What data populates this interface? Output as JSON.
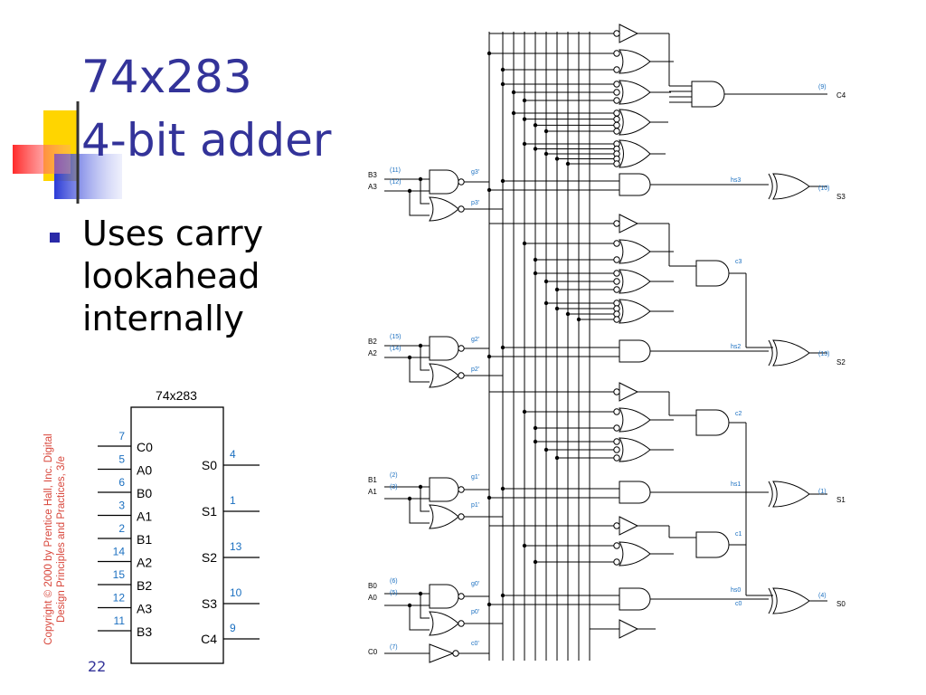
{
  "slide": {
    "title_line1": "74x283",
    "title_line2": "4-bit adder",
    "bullet": "Uses carry lookahead internally",
    "slide_number": "22",
    "copyright": "Copyright © 2000 by Prentice Hall, Inc. Digital Design Principles and Practices, 3/e"
  },
  "chip": {
    "name": "74x283",
    "inputs": [
      {
        "pin": "7",
        "label": "C0"
      },
      {
        "pin": "5",
        "label": "A0"
      },
      {
        "pin": "6",
        "label": "B0"
      },
      {
        "pin": "3",
        "label": "A1"
      },
      {
        "pin": "2",
        "label": "B1"
      },
      {
        "pin": "14",
        "label": "A2"
      },
      {
        "pin": "15",
        "label": "B2"
      },
      {
        "pin": "12",
        "label": "A3"
      },
      {
        "pin": "11",
        "label": "B3"
      }
    ],
    "outputs": [
      {
        "pin": "4",
        "label": "S0"
      },
      {
        "pin": "1",
        "label": "S1"
      },
      {
        "pin": "13",
        "label": "S2"
      },
      {
        "pin": "10",
        "label": "S3"
      },
      {
        "pin": "9",
        "label": "C4"
      }
    ]
  },
  "schematic": {
    "inputs": [
      {
        "label": "B3",
        "pin": "(11)"
      },
      {
        "label": "A3",
        "pin": "(12)"
      },
      {
        "label": "B2",
        "pin": "(15)"
      },
      {
        "label": "A2",
        "pin": "(14)"
      },
      {
        "label": "B1",
        "pin": "(2)"
      },
      {
        "label": "A1",
        "pin": "(3)"
      },
      {
        "label": "B0",
        "pin": "(6)"
      },
      {
        "label": "A0",
        "pin": "(5)"
      },
      {
        "label": "C0",
        "pin": "(7)"
      }
    ],
    "outputs": [
      {
        "label": "C4",
        "pin": "(9)"
      },
      {
        "label": "S3",
        "pin": "(10)"
      },
      {
        "label": "S2",
        "pin": "(13)"
      },
      {
        "label": "S1",
        "pin": "(1)"
      },
      {
        "label": "S0",
        "pin": "(4)"
      }
    ],
    "signals": {
      "g3": "g3’",
      "p3": "p3’",
      "g2": "g2’",
      "p2": "p2’",
      "g1": "g1’",
      "p1": "p1’",
      "g0": "g0’",
      "p0": "p0’",
      "c0": "c0’",
      "hs3": "hs3",
      "hs2": "hs2",
      "hs1": "hs1",
      "hs0": "hs0",
      "c3": "c3",
      "c2": "c2",
      "c1": "c1",
      "c0n": "c0"
    }
  }
}
